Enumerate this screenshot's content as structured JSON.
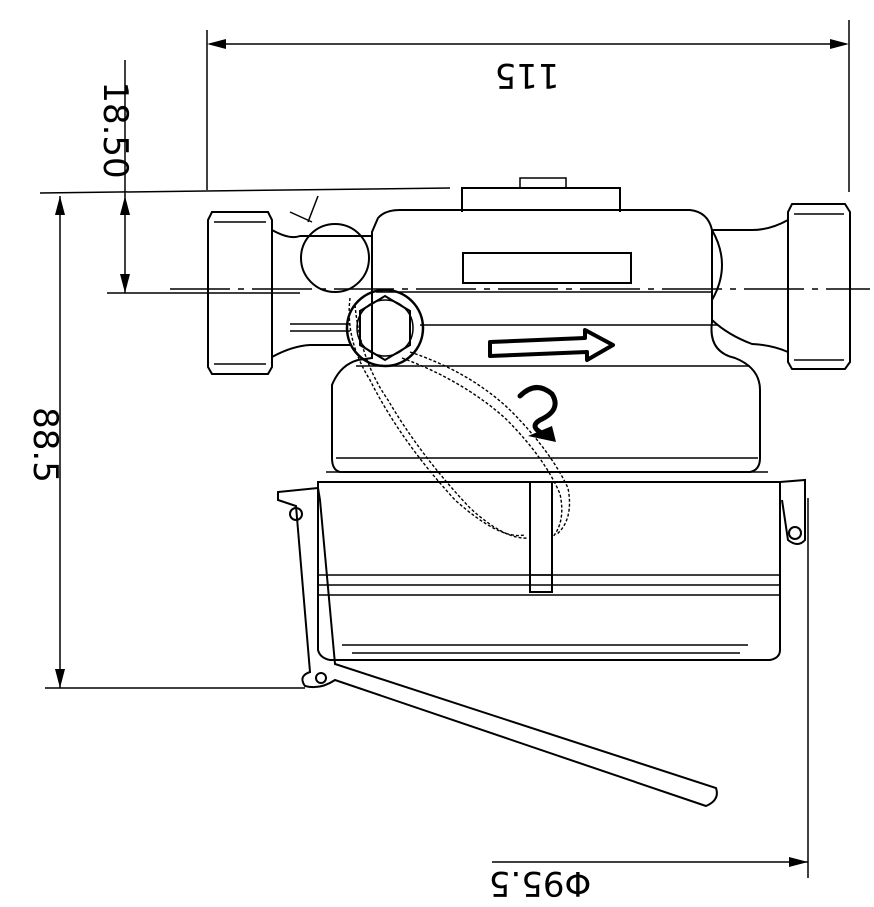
{
  "drawing": {
    "dimensions": {
      "overall_length": "115",
      "inlet_offset": "18.50",
      "overall_height": "88.5",
      "lid_diameter": "Φ95.5"
    }
  }
}
